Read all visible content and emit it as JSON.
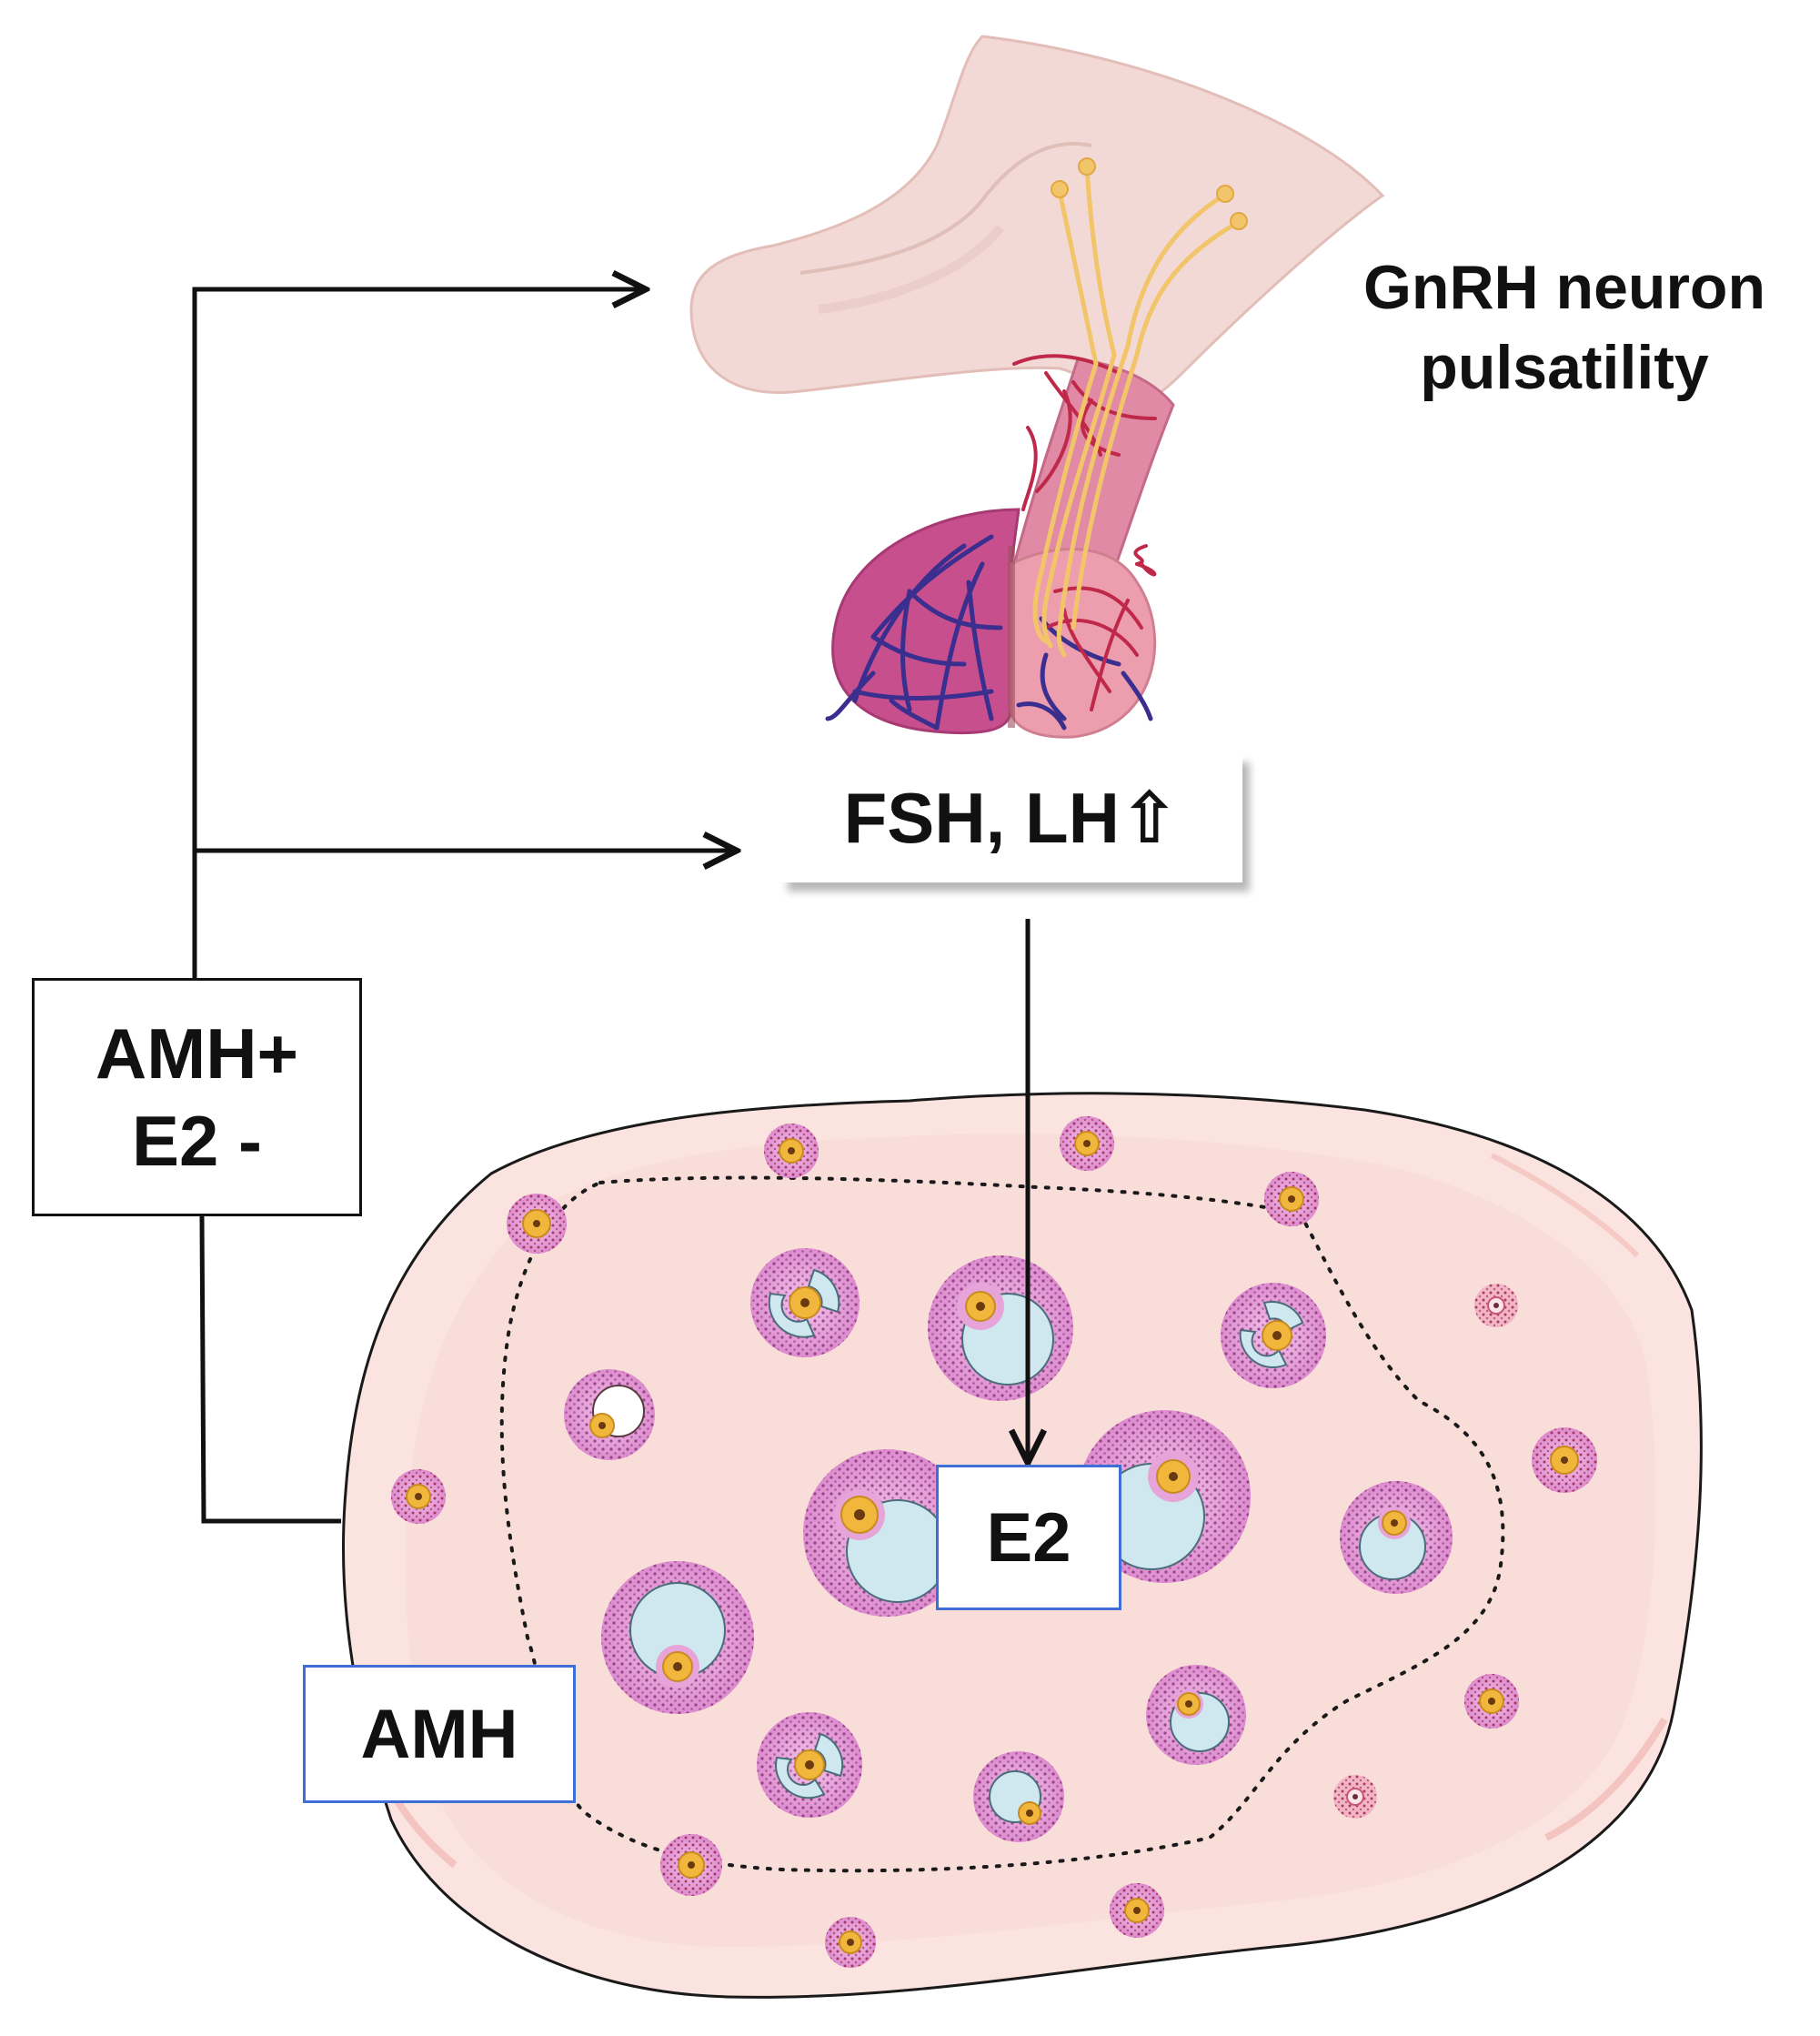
{
  "labels": {
    "gnrh_line1": "GnRH neuron",
    "gnrh_line2": "pulsatility",
    "fsh_lh": "FSH, LH⇧",
    "amh_plus": "AMH+",
    "e2_minus": "E2 -",
    "e2": "E2",
    "amh": "AMH"
  },
  "colors": {
    "hypothalamus": "#f2d9d6",
    "pituitary": "#e7a2b6",
    "vein": "#3a2f8f",
    "artery": "#c0284a",
    "neuron": "#f2c56a",
    "ovary": "#fbe3df",
    "follicle_granulosa": "#e6a4d8",
    "antrum": "#cfe8ef",
    "oocyte": "#f0b73c",
    "box_border_blue": "#3f6fd6",
    "arrow": "#111111"
  },
  "icons": [
    "hypothalamus-pituitary-illustration",
    "ovary-illustration",
    "follicle-icon"
  ]
}
